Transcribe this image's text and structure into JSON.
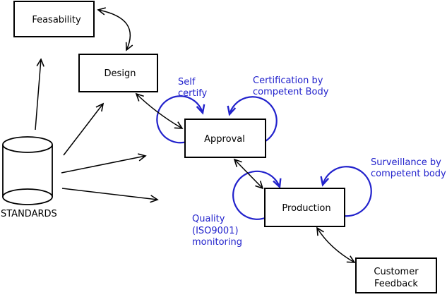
{
  "colors": {
    "ink": "#000000",
    "blue": "#2222cc",
    "background": "#ffffff",
    "box_fill": "#ffffff"
  },
  "nodes": {
    "feasability": {
      "label": "Feasability"
    },
    "design": {
      "label": "Design"
    },
    "approval": {
      "label": "Approval"
    },
    "production": {
      "label": "Production"
    },
    "customer_feedback": {
      "line1": "Customer",
      "line2": "Feedback"
    }
  },
  "datastore": {
    "label": "STANDARDS"
  },
  "annotations": {
    "self_certify": {
      "line1": "Self",
      "line2": "certify"
    },
    "certification": {
      "line1": "Certification by",
      "line2": "competent Body"
    },
    "surveillance": {
      "line1": "Surveillance by",
      "line2": "competent body"
    },
    "quality": {
      "line1": "Quality",
      "line2": "(ISO9001)",
      "line3": "monitoring"
    }
  }
}
